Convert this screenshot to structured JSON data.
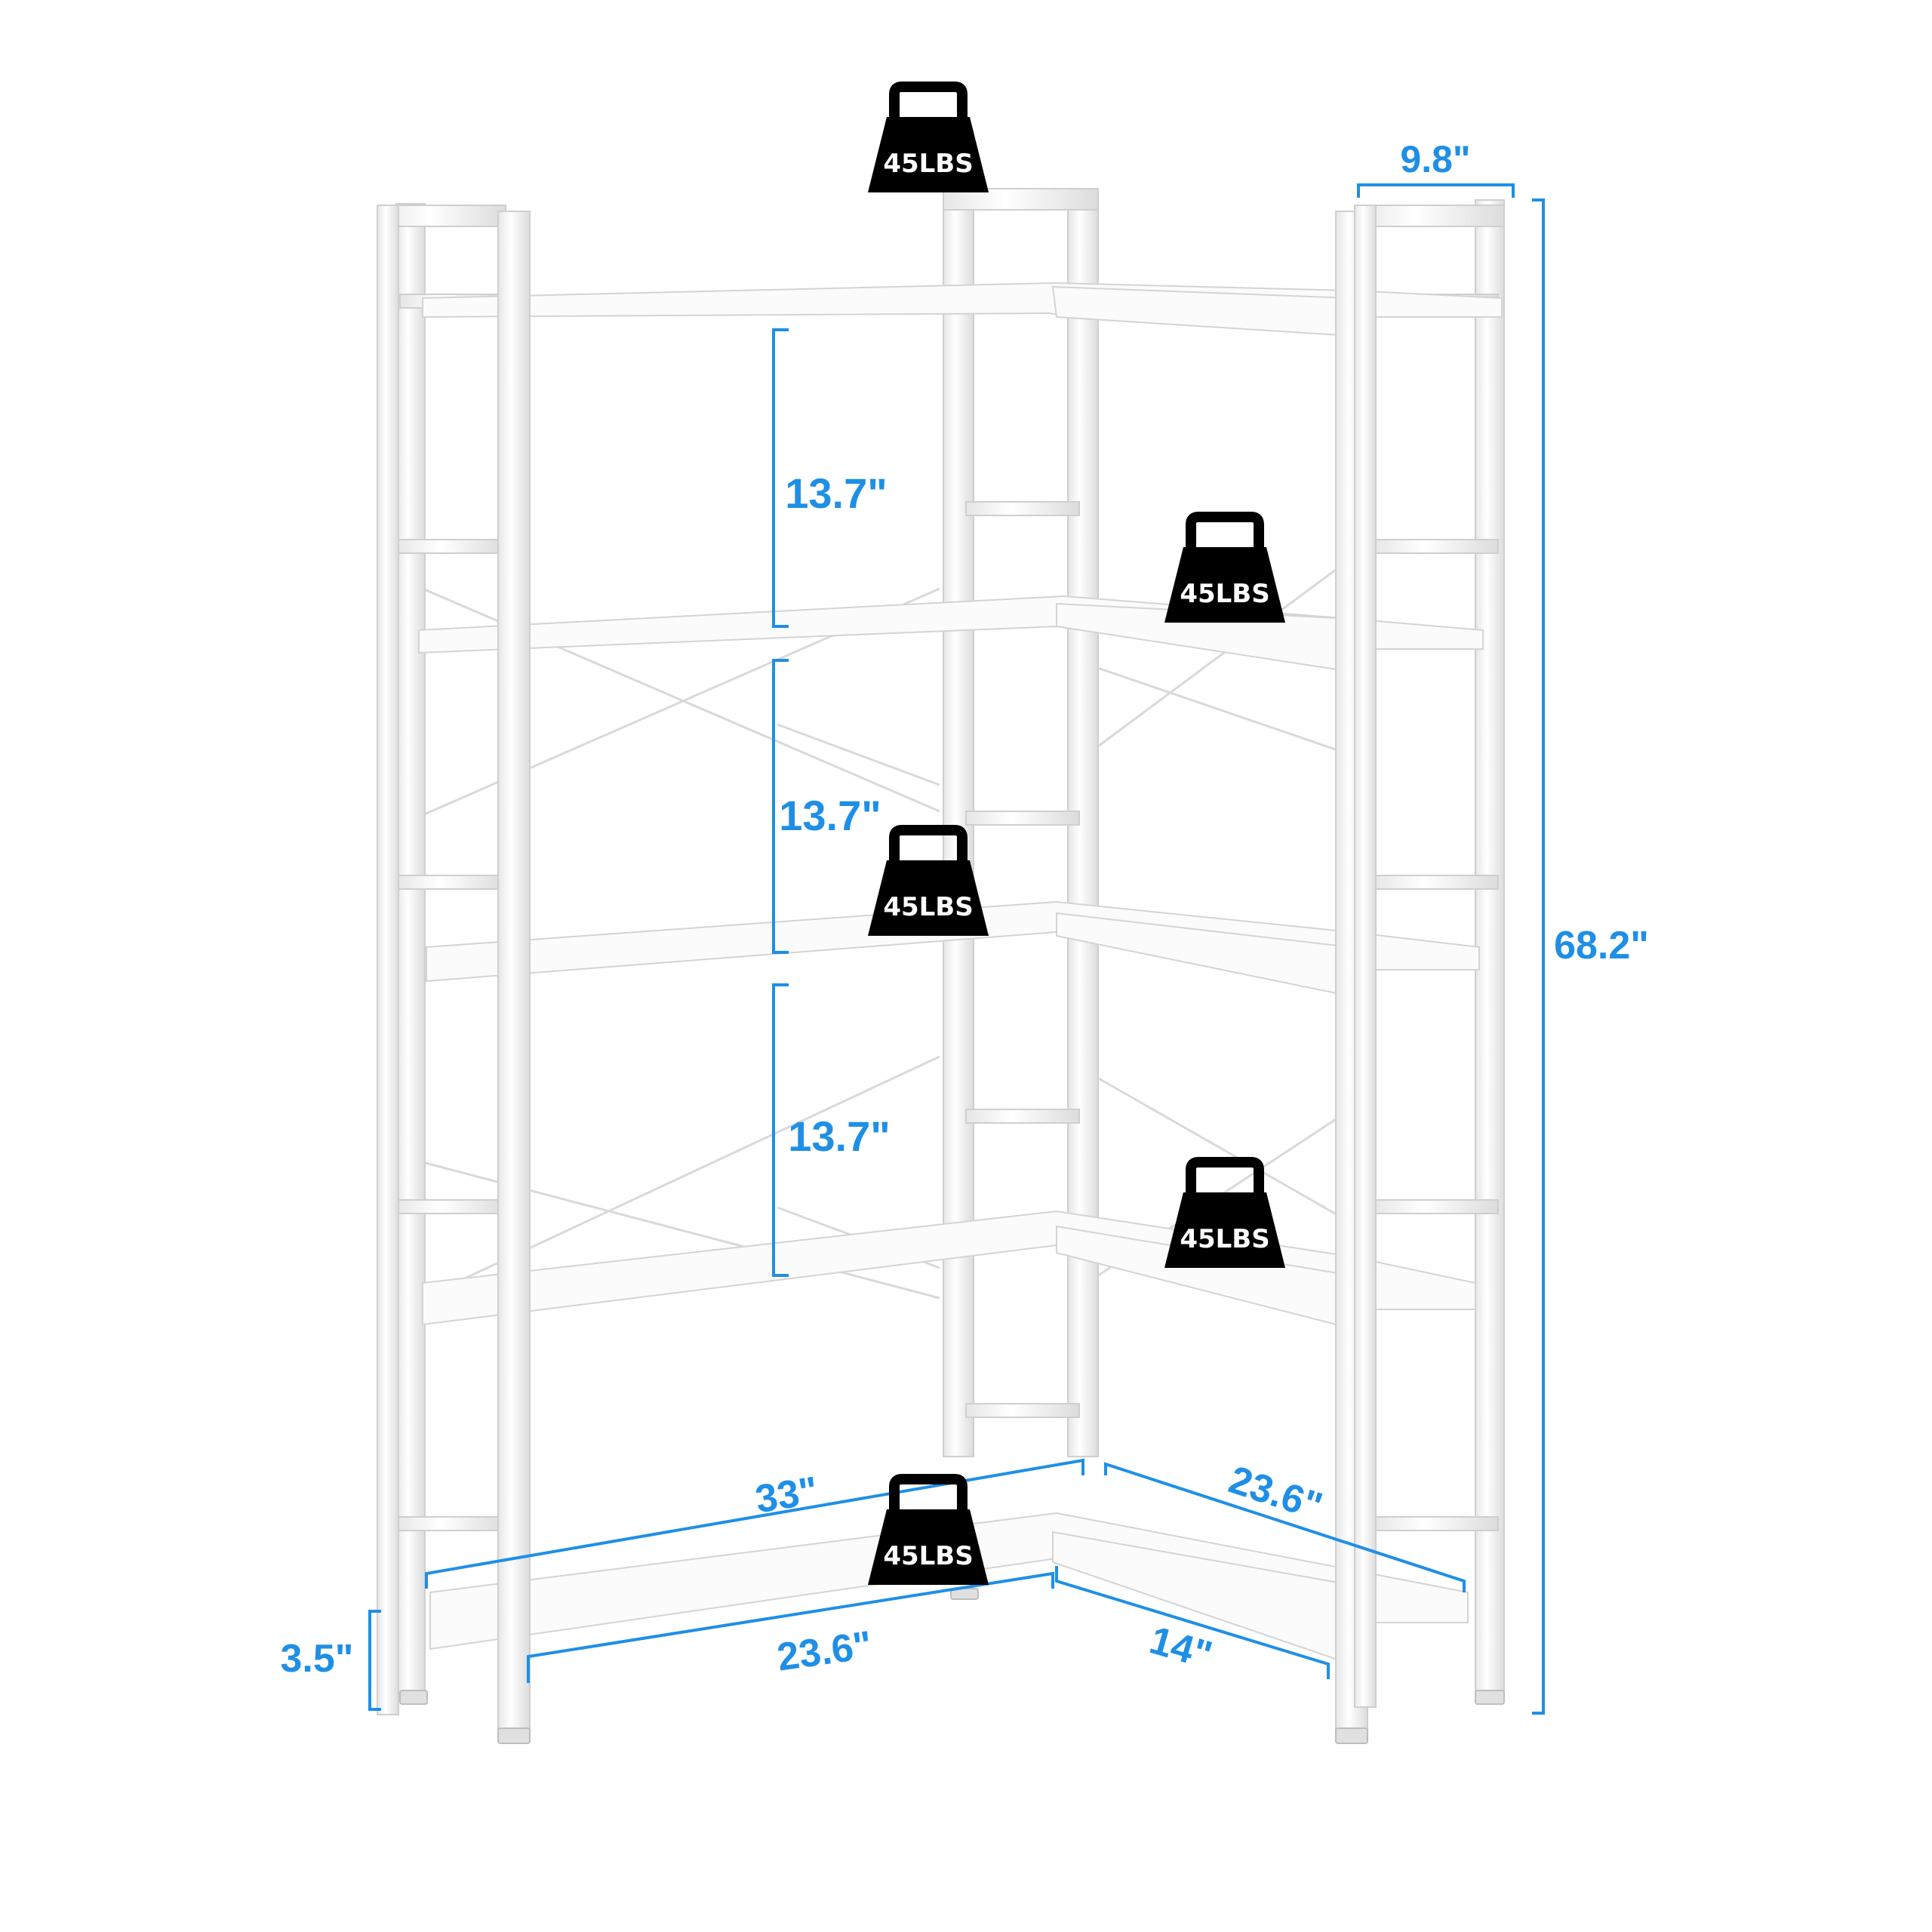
{
  "colors": {
    "dimension": "#1f8fe6",
    "weight_icon": "#000000",
    "frame": "#f4f4f4",
    "frame_edge": "#cfcfcf",
    "shelf": "#fbfbfb"
  },
  "dimensions": {
    "depth_top": "9.8\"",
    "total_height": "68.2\"",
    "shelf_gap_1": "13.7\"",
    "shelf_gap_2": "13.7\"",
    "shelf_gap_3": "13.7\"",
    "leg_height": "3.5\"",
    "long_side_length": "33\"",
    "short_side_length": "23.6\"",
    "inner_long_width": "23.6\"",
    "inner_short_width": "14\""
  },
  "weight_labels": {
    "top_shelf": "45LBS",
    "second_shelf": "45LBS",
    "third_shelf": "45LBS",
    "fourth_shelf": "45LBS",
    "bottom_shelf": "45LBS"
  }
}
